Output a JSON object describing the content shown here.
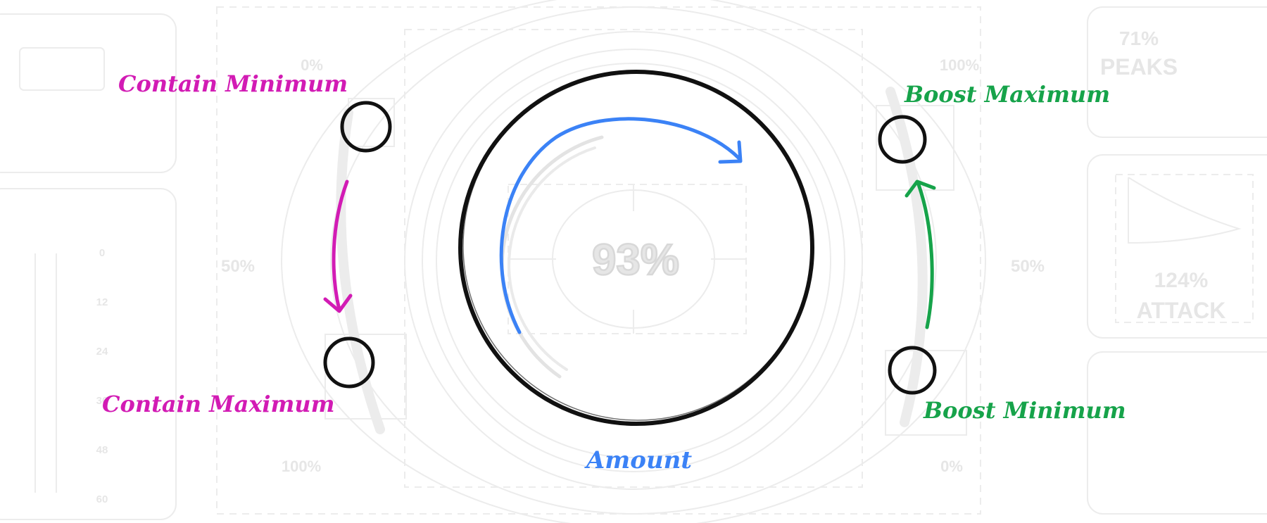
{
  "center": {
    "percent": "93%",
    "amount_label": "Amount",
    "amount_color": "#3b82f6"
  },
  "left": {
    "top_pct": "0%",
    "mid_pct": "50%",
    "bottom_pct": "100%",
    "contain_min_label": "Contain Minimum",
    "contain_max_label": "Contain Maximum",
    "color": "#d21bb4"
  },
  "right": {
    "top_pct": "100%",
    "mid_pct": "50%",
    "bottom_pct": "0%",
    "boost_max_label": "Boost Maximum",
    "boost_min_label": "Boost Minimum",
    "color": "#16a34a"
  },
  "side_panel": {
    "peaks_value": "71%",
    "peaks_label": "PEAKS",
    "attack_value": "124%",
    "attack_label": "ATTACK"
  },
  "meter_ticks": [
    "0",
    "12",
    "24",
    "36",
    "48",
    "60"
  ]
}
